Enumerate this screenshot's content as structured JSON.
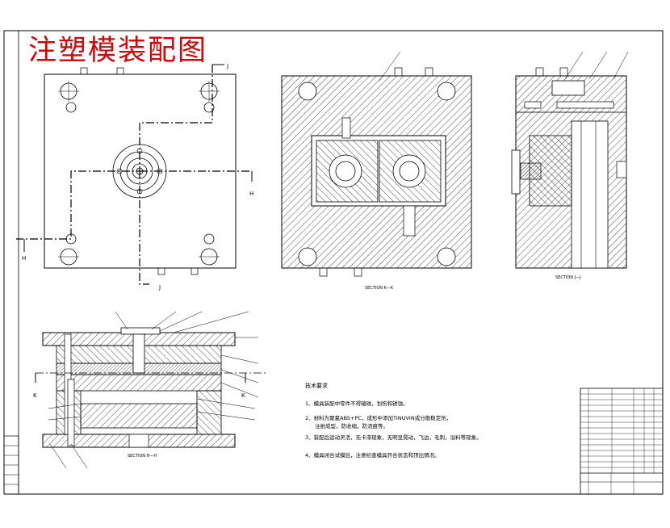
{
  "title": "注塑模装配图",
  "colors": {
    "title": "#e00000",
    "line": "#000000",
    "paper": "#ffffff",
    "hatch": "#000000"
  },
  "sections": {
    "kk": "SECTION K—K",
    "jj": "SECTION J—J",
    "hh": "SECTION H—H"
  },
  "cut_markers": {
    "j": "J",
    "h": "H",
    "k": "K"
  },
  "notes": {
    "heading": "技术要求",
    "items": [
      "1、模具装配中零件不得磕碰，划伤和锈蚀。",
      "2、材料为聚氯ABS+PC，成形中添加TINUVIN或分散稳定剂，",
      "注射成型，防收缩，防流痕等。",
      "3、装配后运动灵活，无卡滞现象，无明显晃动，飞边，毛刺，溢料等现象。",
      "4、模具闭合试模后，注意检查模具开合状态和顶出情况。"
    ]
  }
}
